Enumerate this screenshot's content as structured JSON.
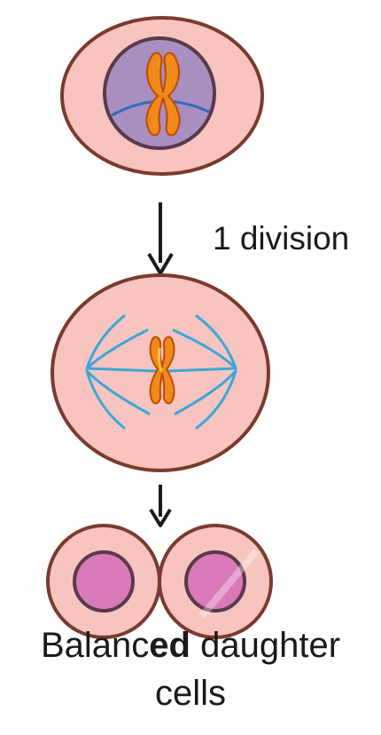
{
  "step_label": "1 division",
  "caption": {
    "line1_a": "Balanc",
    "line1_b": "ed",
    "line1_c": " daughter",
    "line2": "cells"
  },
  "colors": {
    "cell_fill": "#f7c4bf",
    "cell_border": "#7a3b2e",
    "nucleus_fill": "#a98fc0",
    "chromosome": "#f08a1c",
    "chromosome_light": "#fbc13d",
    "spindle": "#3aa7d8",
    "daughter_nucleus": "#d979b8",
    "arrow": "#1a1a1a"
  },
  "icons": {
    "arrow_1": "arrow-down-icon",
    "arrow_2": "arrow-down-icon"
  }
}
